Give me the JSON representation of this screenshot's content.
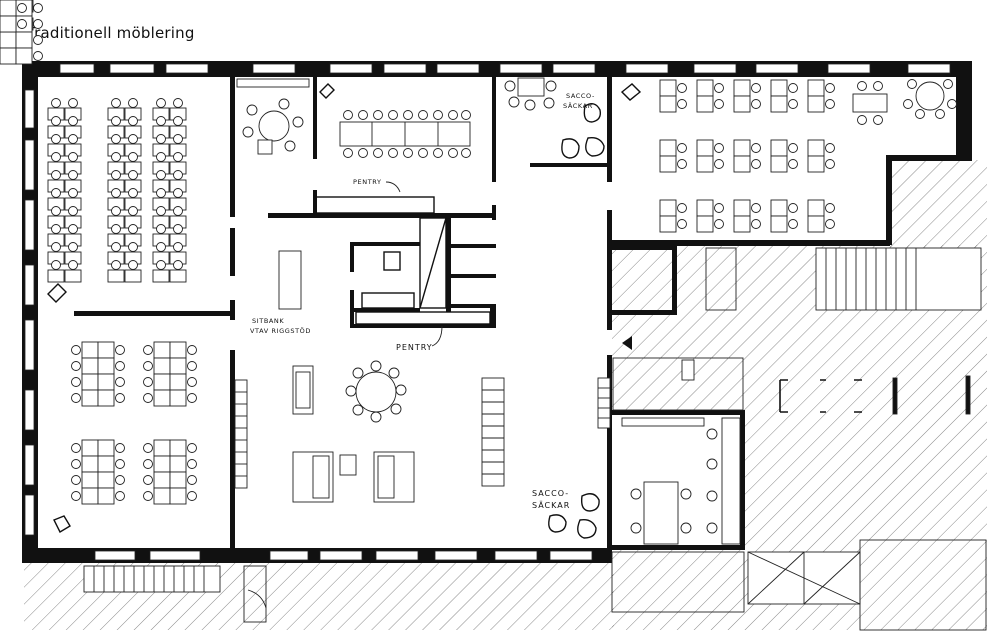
{
  "title": "Traditionell möblering",
  "labels": {
    "pentry_top": "PENTRY",
    "pentry_center": "PENTRY",
    "sitbank_line1": "SITBANK",
    "sitbank_line2": "VTAV RIGGSTÖD",
    "sacco_top_line1": "SACCO-",
    "sacco_top_line2": "SÄCKAR",
    "sacco_bottom_line1": "SACCO-",
    "sacco_bottom_line2": "SÄCKAR"
  },
  "colors": {
    "wall": "#111111",
    "line": "#222222",
    "background": "#ffffff"
  }
}
